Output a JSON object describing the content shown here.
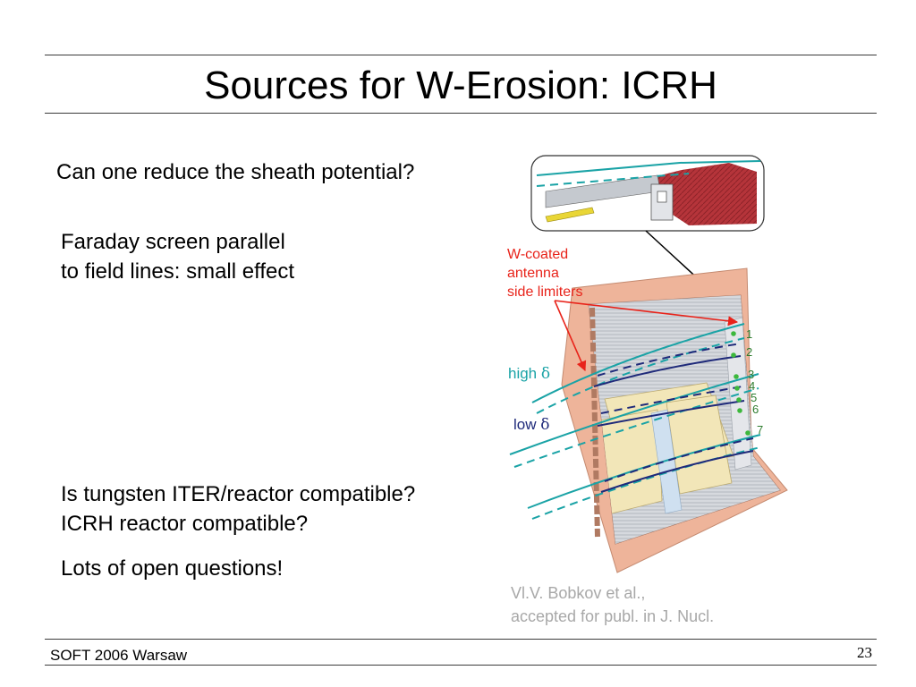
{
  "slide": {
    "title": "Sources for W-Erosion: ICRH",
    "question": "Can one reduce the sheath potential?",
    "faraday_line1": "Faraday screen parallel",
    "faraday_line2": "to field lines: small effect",
    "compat_line1": "Is tungsten ITER/reactor compatible?",
    "compat_line2": "ICRH reactor compatible?",
    "open_questions": "Lots of open questions!"
  },
  "figure": {
    "label_line1": "W-coated",
    "label_line2": "antenna",
    "label_line3": "side limiters",
    "high_label": "high",
    "low_label": "low",
    "delta_symbol": "δ",
    "strap_numbers": [
      "1",
      "2",
      "3",
      "4",
      "5",
      "6",
      "7"
    ],
    "colors": {
      "label_red": "#e8231a",
      "high_teal": "#1aa3a6",
      "low_navy": "#1f2a7a",
      "limiter_red": "#b5343a",
      "frame_salmon": "#eeb49a",
      "marker_green": "#3db83d"
    }
  },
  "citation": {
    "line1": "Vl.V. Bobkov et al.,",
    "line2": "accepted for publ. in J. Nucl."
  },
  "footer": {
    "conference": "SOFT 2006 Warsaw",
    "page_number": "23"
  }
}
